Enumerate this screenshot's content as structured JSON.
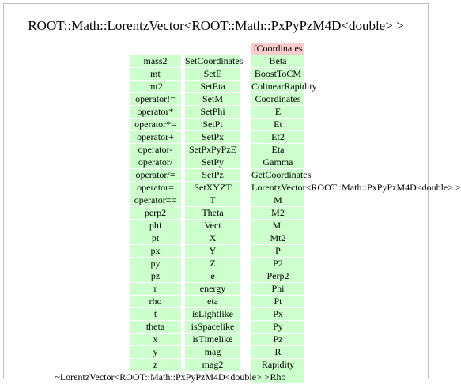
{
  "title": "ROOT::Math::LorentzVector<ROOT::Math::PxPyPzM4D<double> >",
  "colors": {
    "method": "#ccffcc",
    "member": "#ffcccc",
    "border": "#bfbfbf"
  },
  "member": "fCoordinates",
  "destructor": "~LorentzVector<ROOT::Math::PxPyPzM4D<double> >",
  "columns": [
    [
      "mass2",
      "mt",
      "mt2",
      "operator!=",
      "operator*",
      "operator*=",
      "operator+",
      "operator-",
      "operator/",
      "operator/=",
      "operator=",
      "operator==",
      "perp2",
      "phi",
      "pt",
      "px",
      "py",
      "pz",
      "r",
      "rho",
      "t",
      "theta",
      "x",
      "y",
      "z"
    ],
    [
      "SetCoordinates",
      "SetE",
      "SetEta",
      "SetM",
      "SetPhi",
      "SetPt",
      "SetPx",
      "SetPxPyPzE",
      "SetPy",
      "SetPz",
      "SetXYZT",
      "T",
      "Theta",
      "Vect",
      "X",
      "Y",
      "Z",
      "e",
      "energy",
      "eta",
      "isLightlike",
      "isSpacelike",
      "isTimelike",
      "mag",
      "mag2"
    ],
    [
      "Beta",
      "BoostToCM",
      "ColinearRapidity",
      "Coordinates",
      "E",
      "Et",
      "Et2",
      "Eta",
      "Gamma",
      "GetCoordinates",
      "LorentzVector<ROOT::Math::PxPyPzM4D<double> >",
      "M",
      "M2",
      "Mt",
      "Mt2",
      "P",
      "P2",
      "Perp2",
      "Phi",
      "Pt",
      "Px",
      "Py",
      "Pz",
      "R",
      "Rapidity",
      "Rho"
    ]
  ]
}
